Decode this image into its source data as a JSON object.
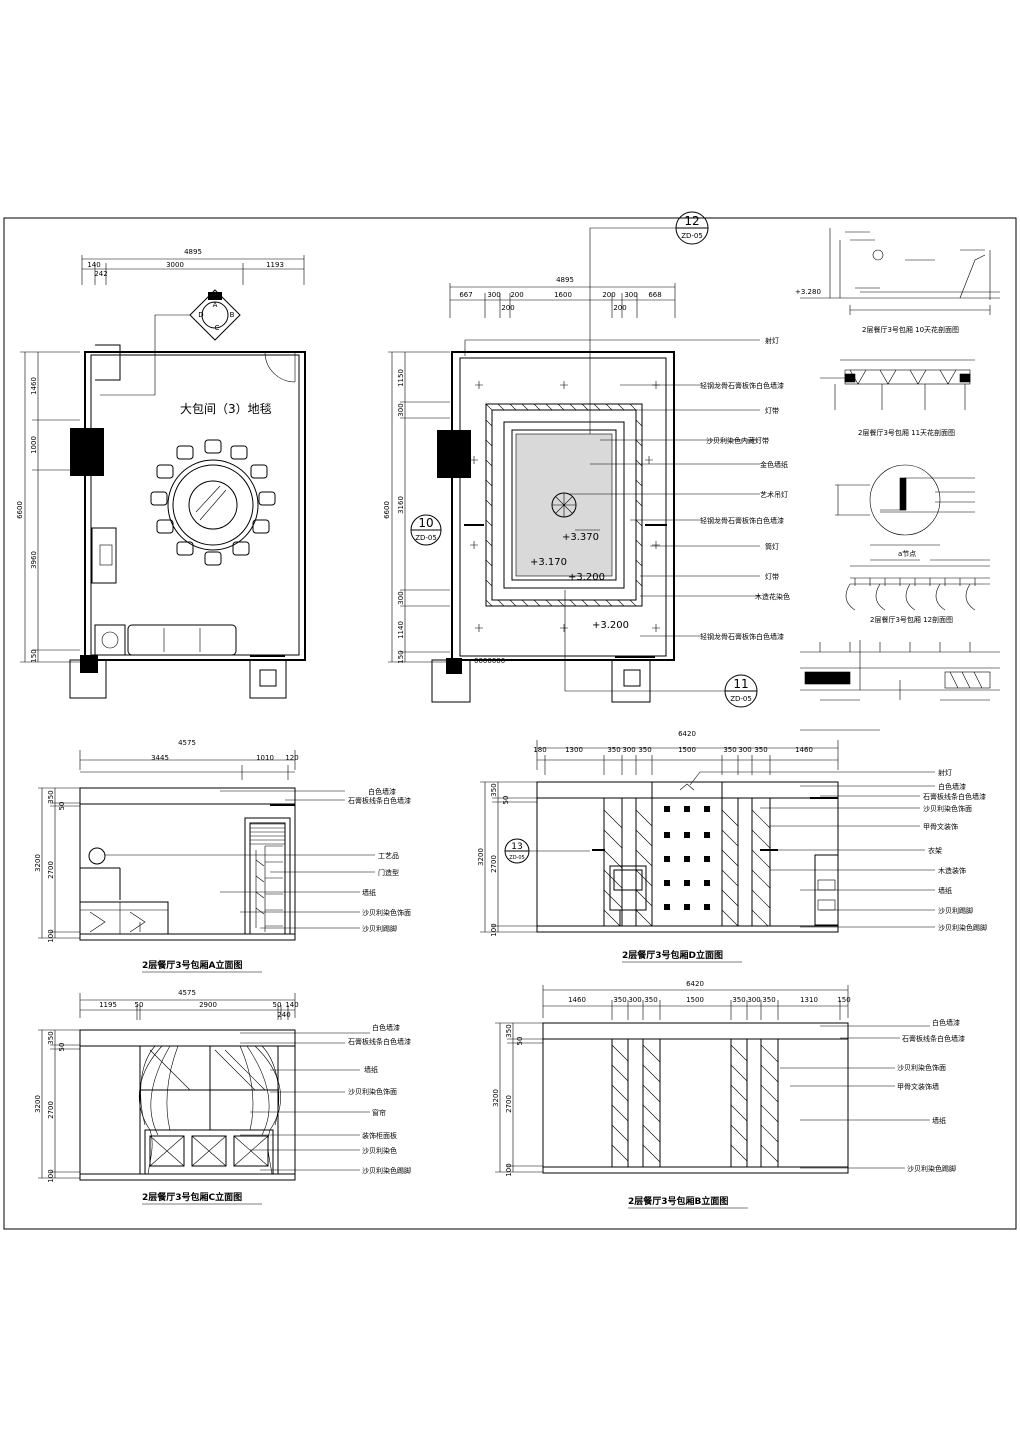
{
  "drawing": {
    "floor_plan": {
      "overall_width": "4895",
      "segments": [
        "140",
        "242",
        "3000",
        "1193"
      ],
      "room_title": "大包间（3）地毯",
      "heights": [
        "6600",
        "1460",
        "1000",
        "3960",
        "150"
      ],
      "compass": [
        "A",
        "B",
        "C",
        "D"
      ]
    },
    "ceiling_plan": {
      "overall_width": "4895",
      "segments": [
        "667",
        "300",
        "200",
        "1600",
        "200",
        "300",
        "668"
      ],
      "sub_segments": [
        "200",
        "200"
      ],
      "heights": [
        "6600",
        "1150",
        "300",
        "3160",
        "300",
        "1140",
        "150"
      ],
      "elevations": [
        "+3.370",
        "+3.170",
        "+3.200",
        "+3.200"
      ],
      "section_callouts": [
        {
          "num": "12",
          "sheet": "ZD-05"
        },
        {
          "num": "10",
          "sheet": "ZD-05"
        },
        {
          "num": "11",
          "sheet": "ZD-05"
        }
      ],
      "labels": [
        "射灯",
        "轻钢龙骨石膏板饰白色墙漆",
        "灯带",
        "沙贝利染色内藏灯带",
        "金色墙纸",
        "艺术吊灯",
        "轻钢龙骨石膏板饰白色墙漆",
        "筒灯",
        "灯带",
        "木造花染色",
        "轻钢龙骨石膏板饰白色墙漆"
      ],
      "scale_note": "0000000"
    },
    "details": {
      "detail10_title": "2层餐厅3号包厢 10天花剖面图",
      "detail10_elev": "+3.280",
      "detail11_title": "2层餐厅3号包厢 11天花剖面图",
      "detail_node_title": "a节点",
      "detail12_title": "2层餐厅3号包厢 12剖面图"
    },
    "elevation_a": {
      "title": "2层餐厅3号包厢A立面图",
      "overall_width": "4575",
      "segments": [
        "3445",
        "1010",
        "120"
      ],
      "heights": [
        "350",
        "50",
        "3200",
        "2700",
        "100"
      ],
      "labels": [
        "白色墙漆",
        "石膏板线条白色墙漆",
        "工艺品",
        "门造型",
        "墙纸",
        "沙贝利染色饰面",
        "沙贝利踢脚"
      ]
    },
    "elevation_d": {
      "title": "2层餐厅3号包厢D立面图",
      "overall_width": "6420",
      "segments": [
        "180",
        "1300",
        "350",
        "300",
        "350",
        "1500",
        "350",
        "300",
        "350",
        "1460"
      ],
      "heights": [
        "350",
        "50",
        "3200",
        "2700",
        "100"
      ],
      "callout": {
        "num": "13",
        "sheet": "ZD-05"
      },
      "labels": [
        "射灯",
        "白色墙漆",
        "石膏板线条白色墙漆",
        "沙贝利染色饰面",
        "甲骨文装饰",
        "衣架",
        "木造装饰",
        "墙纸",
        "沙贝利踢脚",
        "沙贝利染色踢脚"
      ]
    },
    "elevation_c": {
      "title": "2层餐厅3号包厢C立面图",
      "overall_width": "4575",
      "segments": [
        "1195",
        "50",
        "2900",
        "50",
        "140"
      ],
      "sub_segment": "240",
      "heights": [
        "350",
        "50",
        "3200",
        "2700",
        "100"
      ],
      "labels": [
        "白色墙漆",
        "石膏板线条白色墙漆",
        "墙纸",
        "沙贝利染色饰面",
        "窗帘",
        "装饰柜面板",
        "沙贝利染色",
        "沙贝利染色踢脚"
      ]
    },
    "elevation_b": {
      "title": "2层餐厅3号包厢B立面图",
      "overall_width": "6420",
      "segments": [
        "1460",
        "350",
        "300",
        "350",
        "1500",
        "350",
        "300",
        "350",
        "1310",
        "150"
      ],
      "heights": [
        "350",
        "50",
        "3200",
        "2700",
        "100"
      ],
      "labels": [
        "白色墙漆",
        "石膏板线条白色墙漆",
        "沙贝利染色饰面",
        "甲骨文装饰墙",
        "墙纸",
        "沙贝利染色踢脚"
      ]
    }
  }
}
